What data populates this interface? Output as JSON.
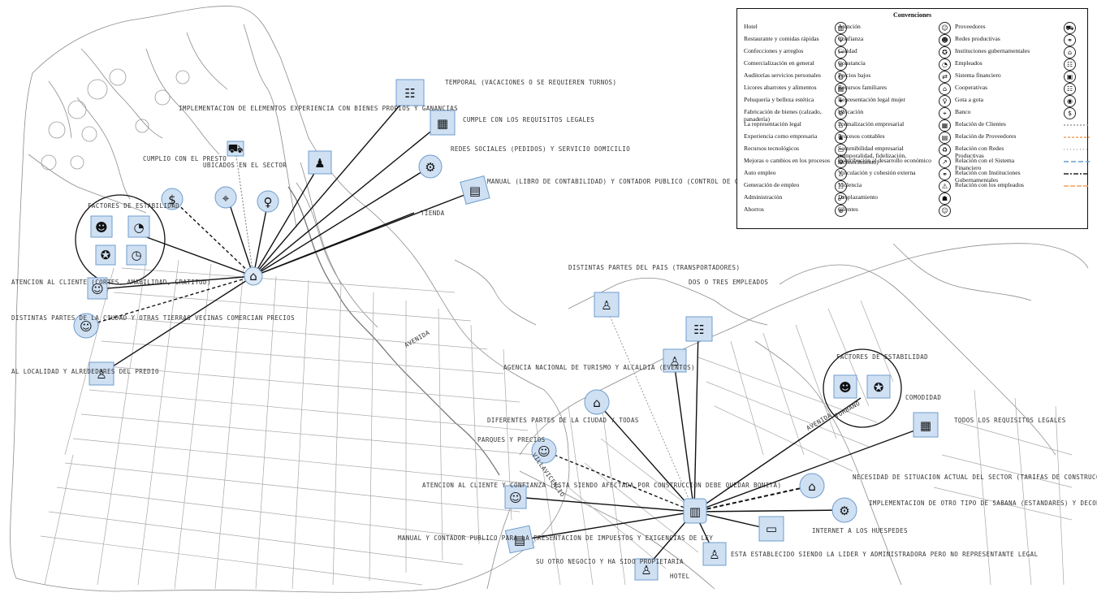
{
  "legend": {
    "title": "Convenciones",
    "col1": [
      {
        "label": "Hotel",
        "icon": "hotel-icon",
        "glyph": "▥"
      },
      {
        "label": "Restaurante y comidas rápidas",
        "icon": "restaurant-icon",
        "glyph": "Ψ"
      },
      {
        "label": "Confecciones y arreglos",
        "icon": "sewing-icon",
        "glyph": "✂"
      },
      {
        "label": "Comercialización en general",
        "icon": "commerce-icon",
        "glyph": "⊛"
      },
      {
        "label": "Auditorías servicios personales",
        "icon": "audit-icon",
        "glyph": "◍"
      },
      {
        "label": "Licores abarrotes y alimentos",
        "icon": "groceries-icon",
        "glyph": "▤"
      },
      {
        "label": "Peluquería y belleza estética",
        "icon": "salon-icon",
        "glyph": "✦"
      },
      {
        "label": "Fabricación de bienes (calzado, panadería)",
        "icon": "manufacturing-icon",
        "glyph": "⚙"
      },
      {
        "label": "La representación legal",
        "icon": "legal-rep-icon",
        "glyph": "♙"
      },
      {
        "label": "Experiencia como empresaria",
        "icon": "experience-icon",
        "glyph": "♟"
      },
      {
        "label": "Recursos tecnológicos",
        "icon": "technology-icon",
        "glyph": "▭"
      },
      {
        "label": "Mejoras o cambios en los procesos",
        "icon": "process-improvement-icon",
        "glyph": "⚙"
      },
      {
        "label": "Auto empleo",
        "icon": "self-employment-icon",
        "glyph": "♙"
      },
      {
        "label": "Generación de empleo",
        "icon": "job-creation-icon",
        "glyph": "☷"
      },
      {
        "label": "Administración",
        "icon": "administration-icon",
        "glyph": "☍"
      },
      {
        "label": "Ahorros",
        "icon": "savings-icon",
        "glyph": "⊕"
      }
    ],
    "col2": [
      {
        "label": "Atención",
        "icon": "attention-icon",
        "glyph": "☺"
      },
      {
        "label": "Confianza",
        "icon": "trust-icon",
        "glyph": "☻"
      },
      {
        "label": "Calidad",
        "icon": "quality-icon",
        "glyph": "✪"
      },
      {
        "label": "Constancia",
        "icon": "constancy-icon",
        "glyph": "◔"
      },
      {
        "label": "Precios bajos",
        "icon": "low-prices-icon",
        "glyph": "⇄"
      },
      {
        "label": "Recursos familiares",
        "icon": "family-resources-icon",
        "glyph": "⌂"
      },
      {
        "label": "Representación legal mujer",
        "icon": "woman-legal-icon",
        "glyph": "♀"
      },
      {
        "label": "Ubicación",
        "icon": "location-icon",
        "glyph": "⌖"
      },
      {
        "label": "Formalización empresarial",
        "icon": "formalization-icon",
        "glyph": "▦"
      },
      {
        "label": "Procesos contables",
        "icon": "accounting-icon",
        "glyph": "▤"
      },
      {
        "label": "Sostenibilidad empresarial (temporalidad, fidelización, reconocimiento)",
        "icon": "sustainability-icon",
        "glyph": "♻"
      },
      {
        "label": "Contribución al desarrollo económico",
        "icon": "economic-development-icon",
        "glyph": "↗"
      },
      {
        "label": "Vinculación y cohesión externa",
        "icon": "cohesion-icon",
        "glyph": "⚭"
      },
      {
        "label": "Violencia",
        "icon": "violence-icon",
        "glyph": "⚠"
      },
      {
        "label": "Desplazamiento",
        "icon": "displacement-icon",
        "glyph": "☗"
      },
      {
        "label": "Clientes",
        "icon": "clients-icon",
        "glyph": "☺"
      }
    ],
    "col3": [
      {
        "label": "Proveedores",
        "icon": "suppliers-icon",
        "glyph": "⛟",
        "type": "icon"
      },
      {
        "label": "Redes productivas",
        "icon": "productive-networks-icon",
        "glyph": "⚭",
        "type": "icon"
      },
      {
        "label": "Instituciones gubernamentales",
        "icon": "government-icon",
        "glyph": "⌂",
        "type": "icon"
      },
      {
        "label": "Empleados",
        "icon": "employees-icon",
        "glyph": "☷",
        "type": "icon"
      },
      {
        "label": "Sistema financiero",
        "icon": "financial-system-icon",
        "glyph": "▣",
        "type": "icon"
      },
      {
        "label": "Cooperativas",
        "icon": "cooperatives-icon",
        "glyph": "☷",
        "type": "icon"
      },
      {
        "label": "Gota a gota",
        "icon": "loan-shark-icon",
        "glyph": "◉",
        "type": "icon"
      },
      {
        "label": "Banco",
        "icon": "bank-icon",
        "glyph": "$",
        "type": "icon"
      },
      {
        "label": "Relación de Clientes",
        "line": "#9a9a9a",
        "dash": "2,2",
        "type": "line"
      },
      {
        "label": "Relación de Proveedores",
        "line": "#f0a060",
        "dash": "3,2",
        "type": "line"
      },
      {
        "label": "Relación con Redes Productivas",
        "line": "#aaaaaa",
        "dash": "1,3",
        "type": "line"
      },
      {
        "label": "Relación con el Sistema Financiero",
        "line": "#6a9ad0",
        "dash": "6,3",
        "type": "line"
      },
      {
        "label": "Relación con Instituciones Gubernamentales",
        "line": "#222222",
        "dash": "6,2,2,2",
        "type": "line"
      },
      {
        "label": "Relación con los empleados",
        "line": "#f0a060",
        "dash": "6,2",
        "type": "line"
      }
    ]
  },
  "annotations": {
    "west_temporal": "TEMPORAL (VACACIONES O SE REQUIEREN TURNOS)",
    "west_legal": "CUMPLE CON LOS REQUISITOS LEGALES",
    "west_social": "REDES SOCIALES (PEDIDOS) Y SERVICIO DOMICILIO",
    "west_manual": "MANUAL (LIBRO DE CONTABILIDAD) Y CONTADOR PUBLICO (CONTROL DE CUENTAS E IMPUESTOS)",
    "west_tienda": "TIENDA",
    "west_implement": "IMPLEMENTACION DE ELEMENTOS EXPERIENCIA CON BIENES PROPIOS Y GANANCIAS",
    "west_cumplio": "CUMPLIO CON EL PRESTO",
    "west_ubicados": "UBICADOS EN EL SECTOR",
    "west_factores": "FACTORES DE ESTABILIDAD",
    "west_atencion": "ATENCION AL CLIENTE (CORTES, AMABILIDAD, GRATITUD)",
    "west_distintas": "DISTINTAS PARTES DE LA CIUDAD Y OTRAS TIERRAS VECINAS COMERCIAN PRECIOS",
    "west_localidad": "AL LOCALIDAD Y ALREDEDORES DEL PREDIO",
    "east_transporte": "DISTINTAS PARTES DEL PAIS (TRANSPORTADORES)",
    "east_dos": "DOS O TRES EMPLEADOS",
    "east_agencia": "AGENCIA NACIONAL DE TURISMO Y ALCALDIA (EVENTOS)",
    "east_factores": "FACTORES DE ESTABILIDAD",
    "east_comodidad": "COMODIDAD",
    "east_todos": "TODOS LOS REQUISITOS LEGALES",
    "east_diferentes": "DIFERENTES PARTES DE LA CIUDAD Y TODAS",
    "east_parques": "PARQUES Y PRECIOS",
    "east_atencion": "ATENCION AL CLIENTE Y CONFIANZA (ESTA SIENDO AFECTADA POR CONSTRUCCION DEBE QUEDAR BONITA)",
    "east_manual": "MANUAL Y CONTADOR PUBLICO PARA LA PRESENTACION DE IMPUESTOS Y EXIGENCIAS DE LEY",
    "east_necesidad": "NECESIDAD DE SITUACION ACTUAL DEL SECTOR (TARIFAS DE CONSTRUCCION)",
    "east_implementa": "IMPLEMENTACION DE OTRO TIPO DE SABANA (ESTANDARES) Y DECORACION DE LA HABITACION",
    "east_internet": "INTERNET A LOS HUESPEDES",
    "east_esta": "ESTA ESTABLECIDO SIENDO LA LIDER Y ADMINISTRADORA PERO NO REPRESENTANTE LEGAL",
    "east_rodeo": "SU OTRO NEGOCIO Y HA SIDO PROPIETARIA",
    "east_hotel": "HOTEL",
    "west_street": "AVENIDA",
    "east_street": "VILLAVICENCIO",
    "east_road": "AVENIDA",
    "east_road2": "TURBANO"
  }
}
